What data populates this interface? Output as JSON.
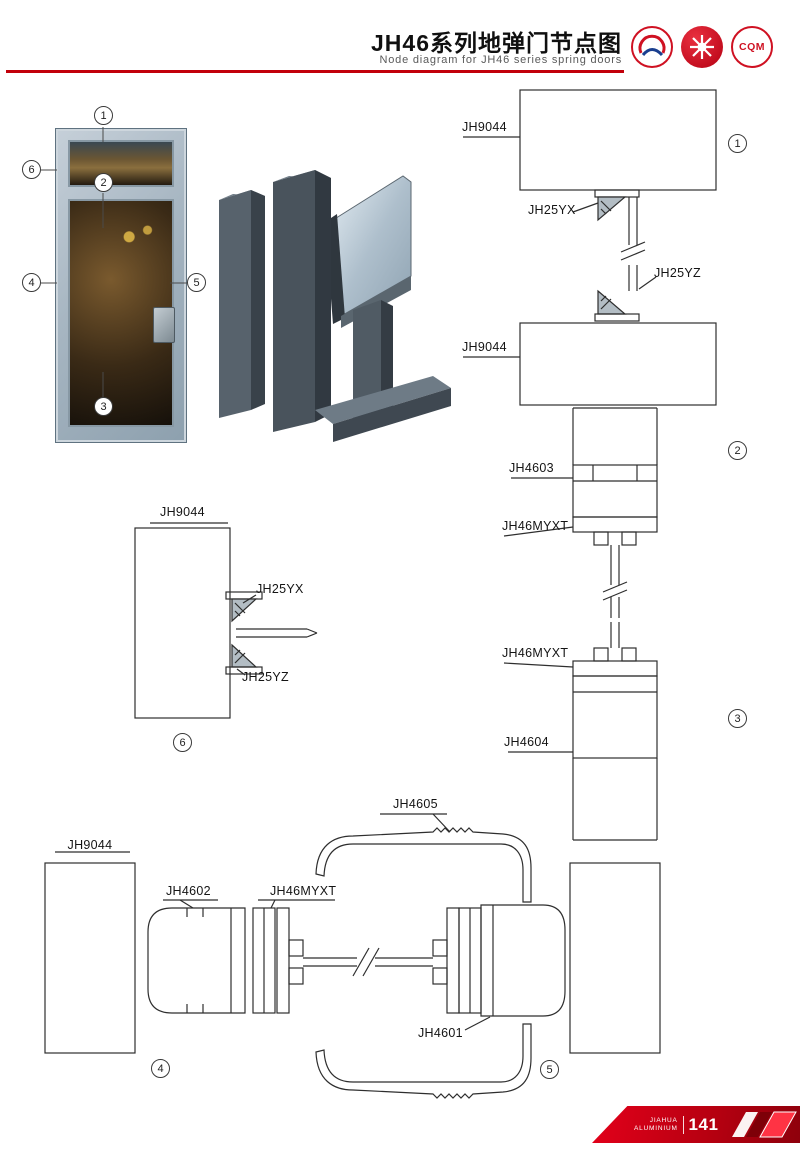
{
  "header": {
    "title_cn": "JH46系列地弹门节点图",
    "title_en": "Node diagram for JH46 series spring doors",
    "accent_color": "#c2000b",
    "logos": {
      "cqm": "CQM"
    }
  },
  "door_callouts": {
    "c1": "1",
    "c2": "2",
    "c3": "3",
    "c4": "4",
    "c5": "5",
    "c6": "6"
  },
  "details": {
    "d1": {
      "num": "1",
      "label_top": "JH9044",
      "label_clip_top": "JH25YX",
      "label_clip_bottom": "JH25YZ",
      "label_bottom": "JH9044"
    },
    "d2": {
      "num": "2",
      "label_frame": "JH4603",
      "label_bead": "JH46MYXT"
    },
    "d3": {
      "num": "3",
      "label_bead": "JH46MYXT",
      "label_frame": "JH4604"
    },
    "d6": {
      "num": "6",
      "label_frame": "JH9044",
      "label_clip_top": "JH25YX",
      "label_clip_bottom": "JH25YZ"
    },
    "d45": {
      "num4": "4",
      "num5": "5",
      "label_frame": "JH9044",
      "label_stile": "JH4602",
      "label_bead": "JH46MYXT",
      "label_cover": "JH4605",
      "label_lock_stile": "JH4601"
    }
  },
  "footer": {
    "brand_line1": "JIAHUA",
    "brand_line2": "ALUMINIUM",
    "page_number": "141"
  }
}
